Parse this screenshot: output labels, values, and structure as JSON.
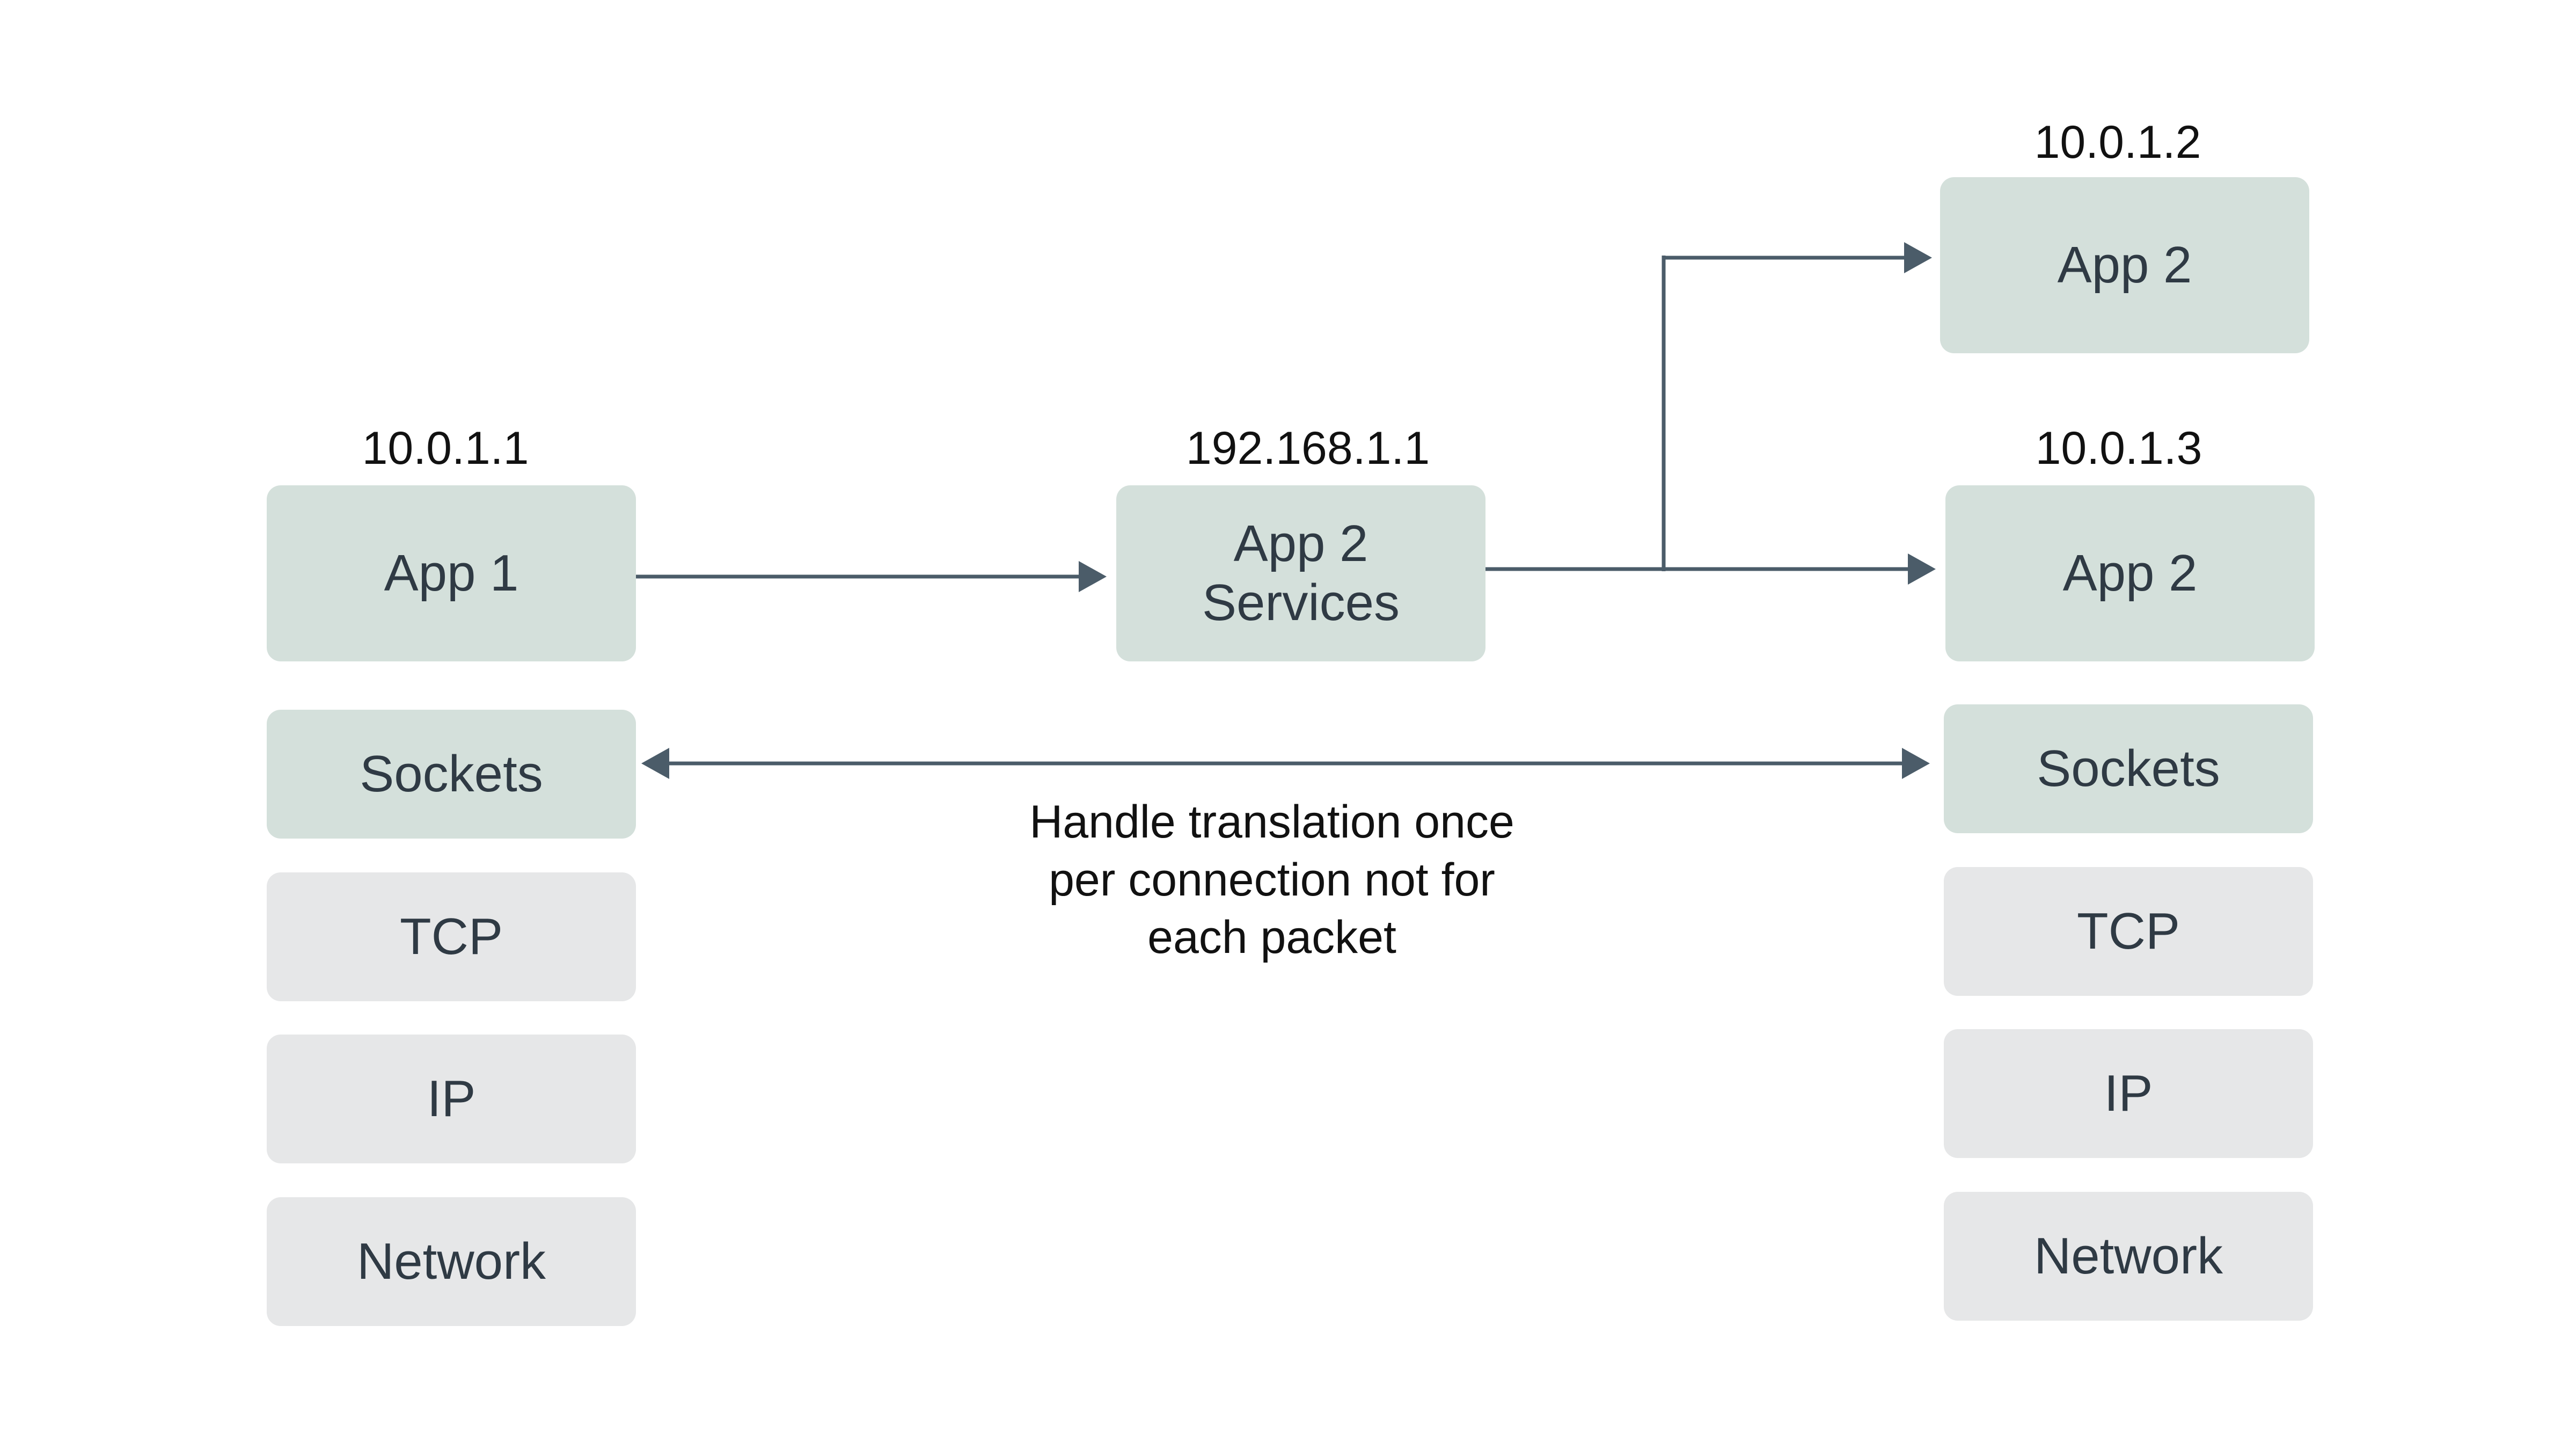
{
  "colors": {
    "box_green": "#d4e0db",
    "box_gray": "#e6e7e8",
    "connector": "#4b5c69",
    "text": "#2f3a44"
  },
  "left_host": {
    "ip": "10.0.1.1",
    "app": "App 1",
    "stack": [
      "Sockets",
      "TCP",
      "IP",
      "Network"
    ]
  },
  "middle_service": {
    "ip": "192.168.1.1",
    "line1": "App 2",
    "line2": "Services"
  },
  "right_top": {
    "ip": "10.0.1.2",
    "app": "App 2"
  },
  "right_host": {
    "ip": "10.0.1.3",
    "app": "App 2",
    "stack": [
      "Sockets",
      "TCP",
      "IP",
      "Network"
    ]
  },
  "note": {
    "lines": [
      "Handle translation once",
      "per connection not for",
      "each packet"
    ]
  }
}
